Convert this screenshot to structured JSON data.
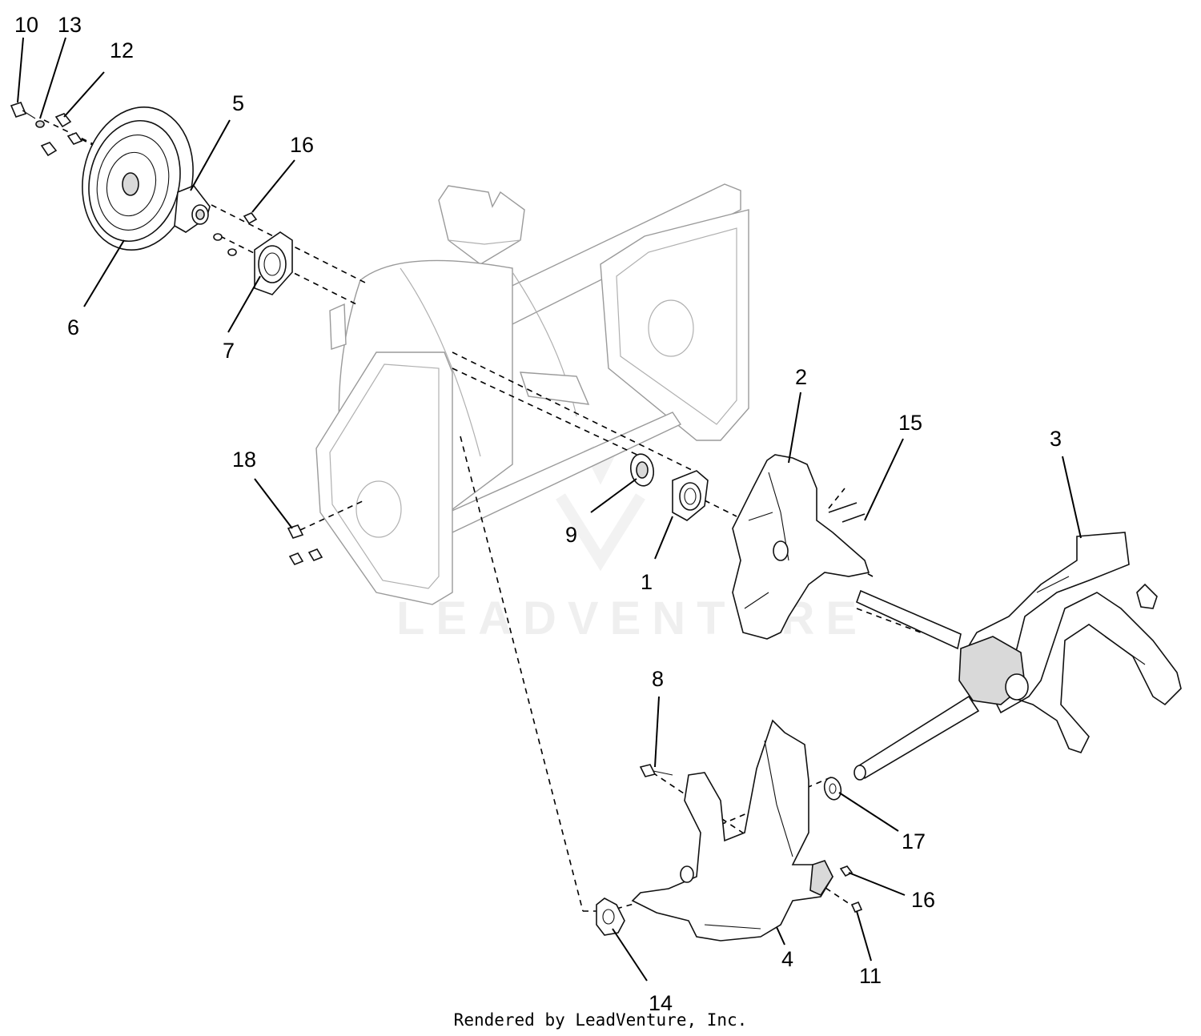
{
  "diagram": {
    "callouts": [
      "10",
      "13",
      "12",
      "5",
      "16",
      "6",
      "7",
      "18",
      "2",
      "15",
      "3",
      "9",
      "1",
      "8",
      "17",
      "16",
      "11",
      "4",
      "14"
    ],
    "watermark": "LEADVENTURE"
  },
  "footer": {
    "text": "Rendered by LeadVenture, Inc."
  },
  "colors": {
    "line": "#000000",
    "housing_line": "#9a9a9a",
    "background": "#ffffff"
  }
}
